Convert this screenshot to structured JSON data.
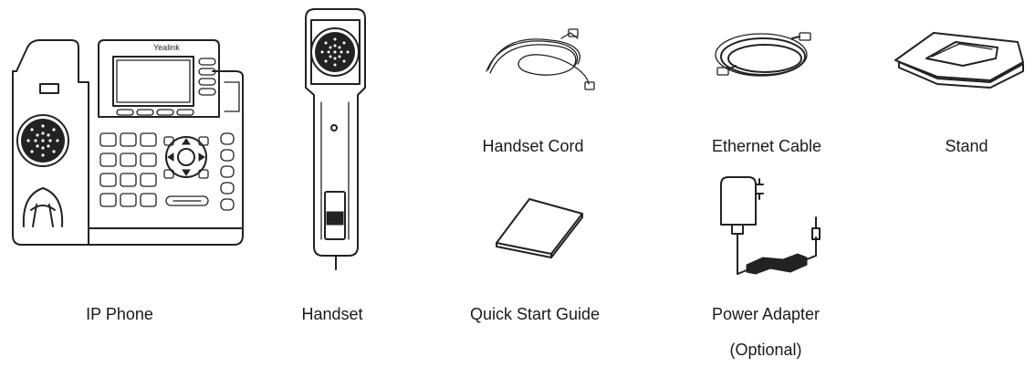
{
  "phone": {
    "brand": "Yealink"
  },
  "items": {
    "ip_phone": "IP Phone",
    "handset": "Handset",
    "handset_cord": "Handset Cord",
    "ethernet_cable": "Ethernet Cable",
    "stand": "Stand",
    "quick_start_guide": "Quick Start Guide",
    "power_adapter": "Power Adapter",
    "power_adapter_note": "(Optional)"
  }
}
